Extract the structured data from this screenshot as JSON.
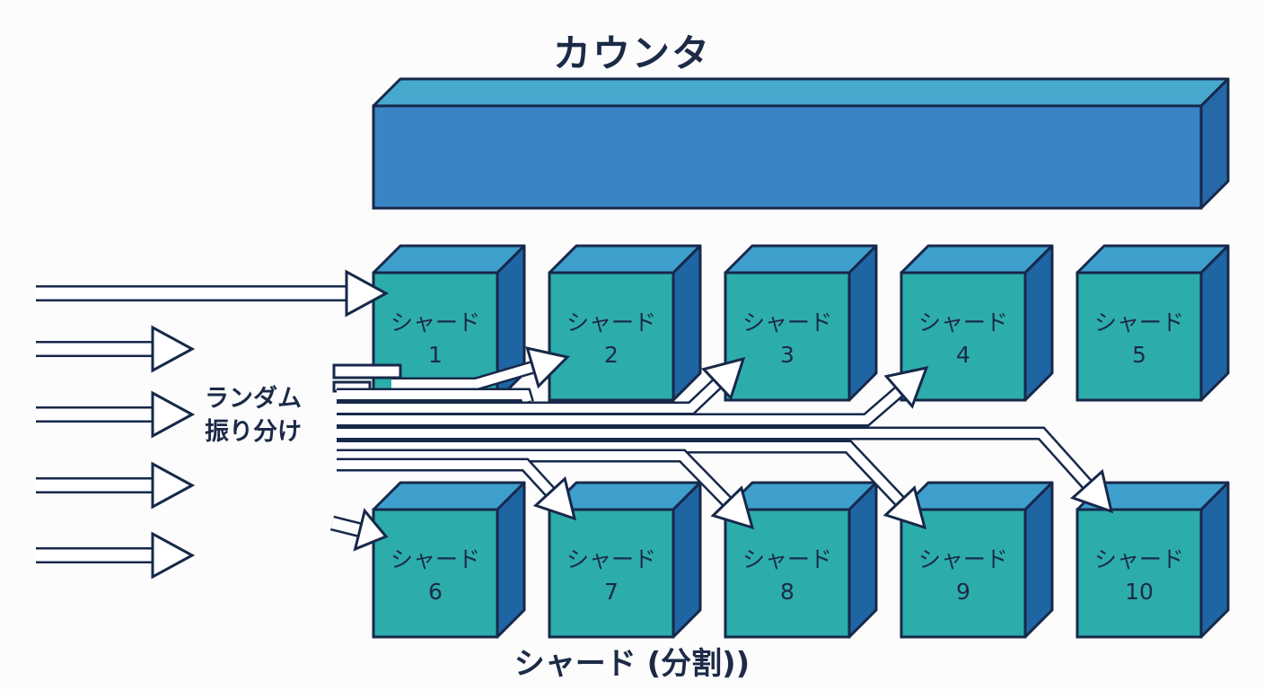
{
  "counter": {
    "title": "カウンタ",
    "colors": {
      "front": "#3a84c4",
      "top": "#48a9cf",
      "side": "#2569a8"
    }
  },
  "dispatch": {
    "label_line1": "ランダム",
    "label_line2": "振り分け"
  },
  "shards": {
    "caption": "シャード (分割))",
    "colors": {
      "front": "#2cadab",
      "top": "#3e9fcd",
      "side": "#1f64a3",
      "outline": "#17284a"
    },
    "items": [
      {
        "name": "シャード",
        "number": "1"
      },
      {
        "name": "シャード",
        "number": "2"
      },
      {
        "name": "シャード",
        "number": "3"
      },
      {
        "name": "シャード",
        "number": "4"
      },
      {
        "name": "シャード",
        "number": "5"
      },
      {
        "name": "シャード",
        "number": "6"
      },
      {
        "name": "シャード",
        "number": "7"
      },
      {
        "name": "シャード",
        "number": "8"
      },
      {
        "name": "シャード",
        "number": "9"
      },
      {
        "name": "シャード",
        "number": "10"
      }
    ]
  }
}
